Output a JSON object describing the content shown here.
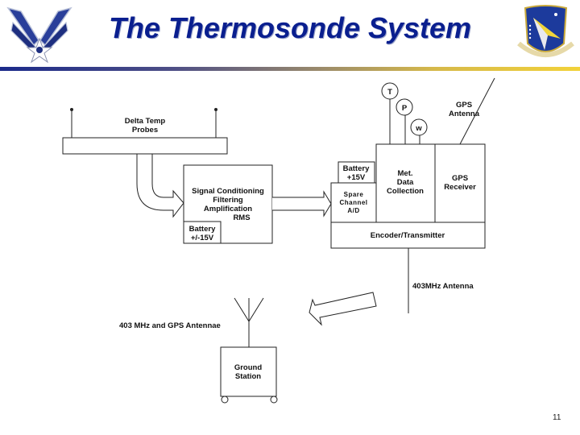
{
  "slide": {
    "title": "The Thermosonde System",
    "page_number": "11",
    "accent_colors": {
      "title": "#0a1f8f",
      "bar_start": "#1b2a8a",
      "bar_end": "#f2d23a"
    },
    "logos": {
      "left": "air-force-wings-logo",
      "right": "afrl-shield-logo"
    }
  },
  "diagram": {
    "probes_label_line1": "Delta Temp",
    "probes_label_line2": "Probes",
    "signal_line1": "Signal Conditioning",
    "signal_line2": "Filtering",
    "signal_line3": "Amplification",
    "signal_line4": "RMS",
    "battery1_line1": "Battery",
    "battery1_line2": "+/-15V",
    "battery2_line1": "Battery",
    "battery2_line2": "+15V",
    "spare_line1": "Spare",
    "spare_line2": "Channel",
    "spare_line3": "A/D",
    "met_line1": "Met.",
    "met_line2": "Data",
    "met_line3": "Collection",
    "gps_receiver_line1": "GPS",
    "gps_receiver_line2": "Receiver",
    "encoder": "Encoder/Transmitter",
    "sensor_t": "T",
    "sensor_p": "P",
    "sensor_w": "w",
    "gps_antenna_line1": "GPS",
    "gps_antenna_line2": "Antenna",
    "antenna_403": "403MHz Antenna",
    "ground_antennae": "403 MHz and GPS Antennae",
    "ground_line1": "Ground",
    "ground_line2": "Station"
  }
}
